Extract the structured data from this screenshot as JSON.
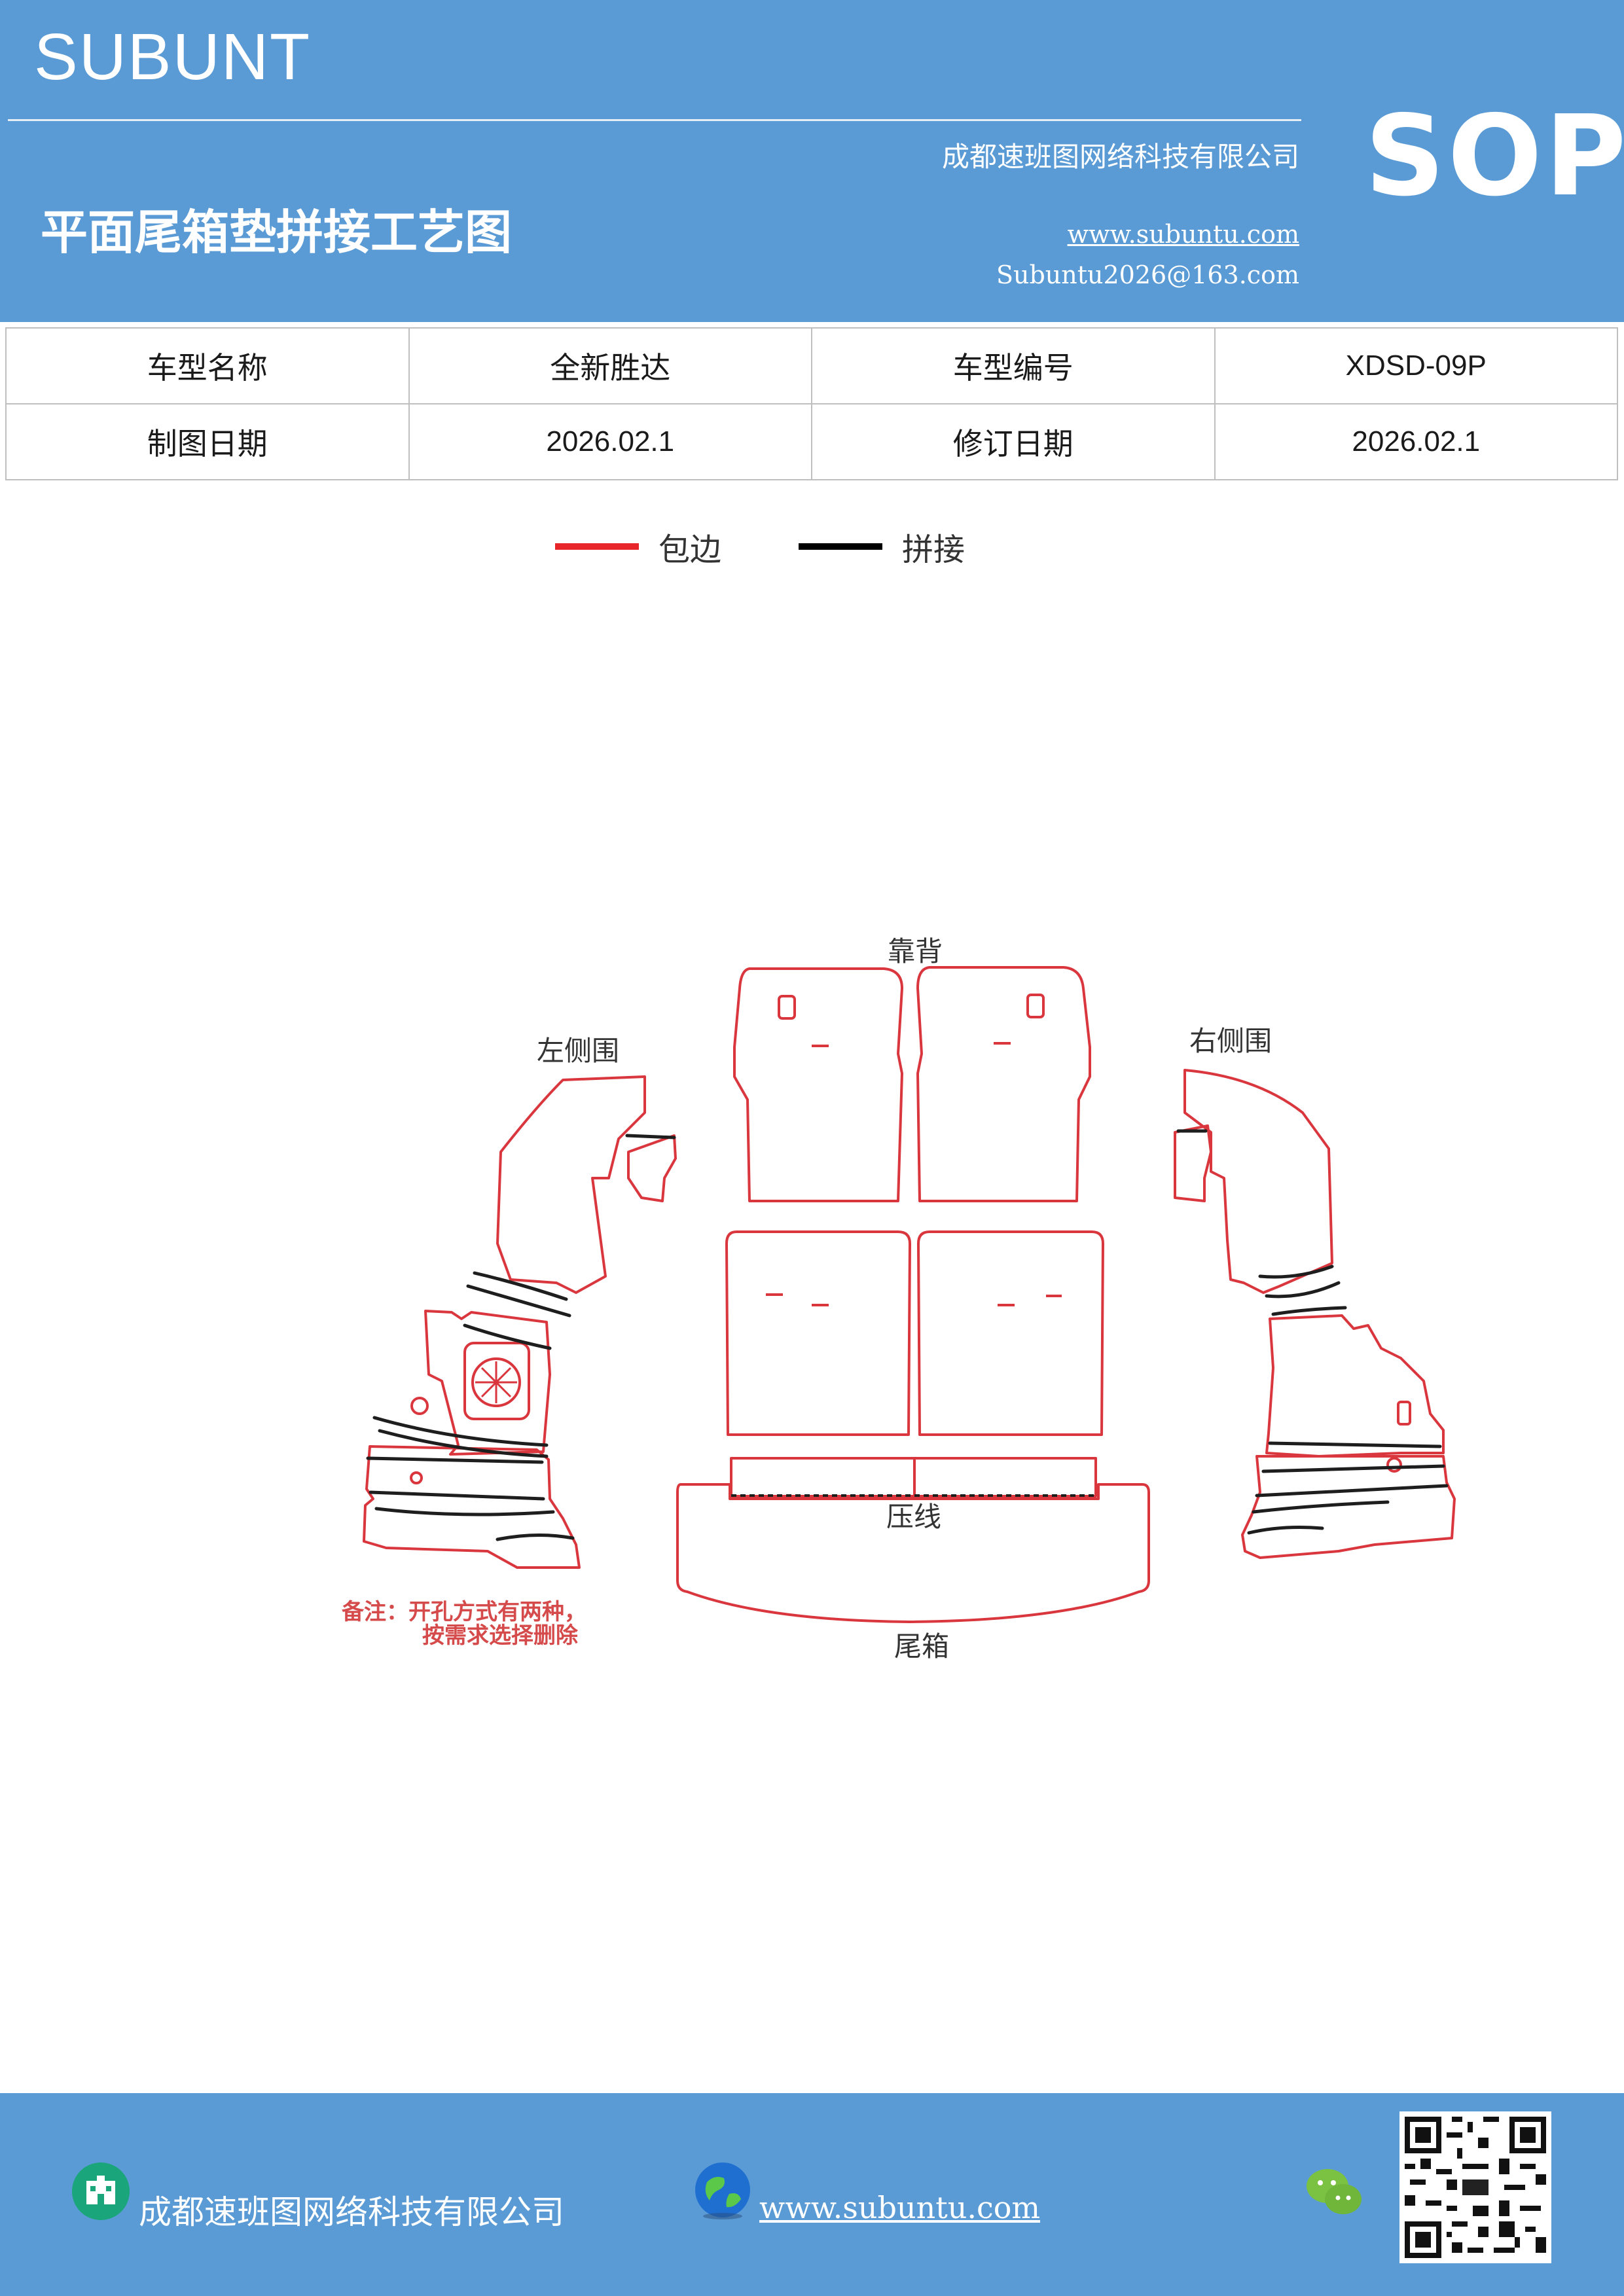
{
  "header": {
    "brand": "SUBUNT",
    "company": "成都速班图网络科技有限公司",
    "badge": "SOP",
    "doc_title": "平面尾箱垫拼接工艺图",
    "website": "www.subuntu.com",
    "email": "Subuntu2026@163.com"
  },
  "info_table": {
    "rows": [
      [
        "车型名称",
        "全新胜达",
        "车型编号",
        "XDSD-09P"
      ],
      [
        "制图日期",
        "2026.02.1",
        "修订日期",
        "2026.02.1"
      ]
    ]
  },
  "legend": [
    {
      "label": "包边",
      "color": "#e8262a"
    },
    {
      "label": "拼接",
      "color": "#000000"
    }
  ],
  "diagram": {
    "labels": {
      "backrest": "靠背",
      "left_side": "左侧围",
      "right_side": "右侧围",
      "press_line": "压线",
      "trunk": "尾箱"
    },
    "note_line1": "备注：开孔方式有两种，",
    "note_line2": "按需求选择删除",
    "outline_color": "#d9363e",
    "seam_color": "#1e1e1e"
  },
  "footer": {
    "company": "成都速班图网络科技有限公司",
    "website": "www.subuntu.com",
    "icons": [
      "building-icon",
      "globe-icon",
      "wechat-icon",
      "qr-code"
    ]
  }
}
